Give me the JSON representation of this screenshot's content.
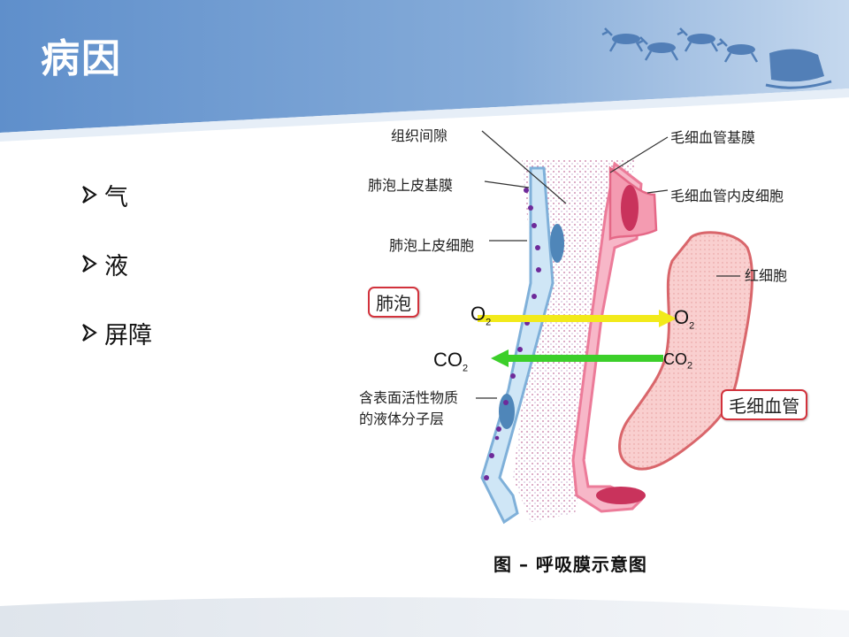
{
  "title": "病因",
  "bullets": [
    {
      "label": "气"
    },
    {
      "label": "液"
    },
    {
      "label": "屏障"
    }
  ],
  "diagram": {
    "labels": {
      "interstitial": "组织间隙",
      "capillary_basement": "毛细血管基膜",
      "alveolar_basement": "肺泡上皮基膜",
      "capillary_endothelium": "毛细血管内皮细胞",
      "alveolar_epithelium": "肺泡上皮细胞",
      "rbc": "红细胞",
      "surfactant_line1": "含表面活性物质",
      "surfactant_line2": "的液体分子层"
    },
    "boxes": {
      "alveolus": "肺泡",
      "capillary": "毛细血管"
    },
    "gases": {
      "o2_left": "O",
      "o2_right": "O",
      "co2_left": "CO",
      "co2_right": "CO",
      "subscript": "2"
    },
    "caption": "图 – 呼吸膜示意图"
  },
  "colors": {
    "header": "#6b9bd2",
    "o2_arrow": "#f2ea1a",
    "co2_arrow": "#3ccf2a",
    "box_border": "#d2323c",
    "capillary_wall": "#f08aa3",
    "rbc_fill": "#f7c6c6"
  }
}
